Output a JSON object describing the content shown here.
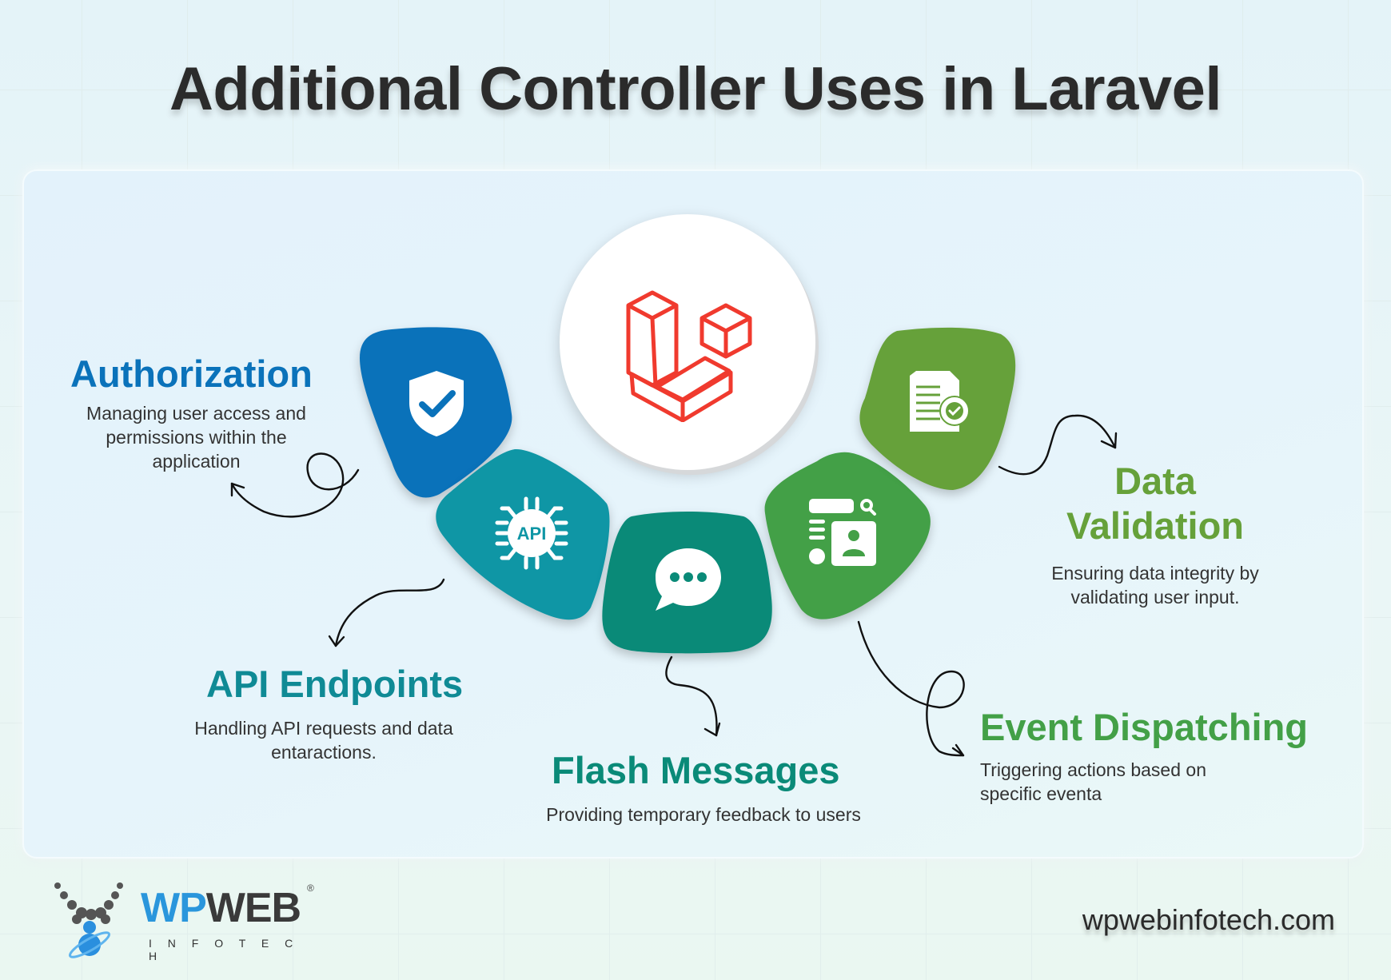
{
  "title": "Additional Controller Uses in Laravel",
  "center": {
    "icon": "laravel-logo-icon",
    "color": "#f03a2e"
  },
  "items": [
    {
      "key": "authorization",
      "heading": "Authorization",
      "description": "Managing user access and permissions within the application",
      "color": "#0a72ba",
      "icon": "shield-check-icon"
    },
    {
      "key": "api",
      "heading": "API Endpoints",
      "description": "Handling API requests and data entaractions.",
      "color": "#0f8a95",
      "icon": "api-chip-icon"
    },
    {
      "key": "flash",
      "heading": "Flash Messages",
      "description": "Providing temporary feedback to users",
      "color": "#0a8a78",
      "icon": "chat-bubble-icon"
    },
    {
      "key": "event",
      "heading": "Event Dispatching",
      "description": "Triggering actions based on specific eventa",
      "color": "#43a047",
      "icon": "profile-search-icon"
    },
    {
      "key": "validation",
      "heading_line1": "Data",
      "heading_line2": "Validation",
      "description": "Ensuring data integrity by validating user input.",
      "color": "#66a13a",
      "icon": "document-gear-check-icon"
    }
  ],
  "footer": {
    "logo_main_a": "WP",
    "logo_main_b": "WEB",
    "logo_sub": "I N F O T E C H",
    "logo_reg": "®",
    "website": "wpwebinfotech.com"
  }
}
